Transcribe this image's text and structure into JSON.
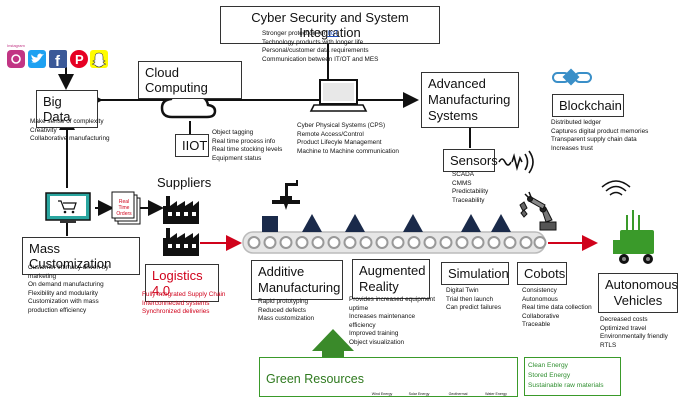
{
  "cyber": {
    "title": "Cyber Security and System Integration",
    "items": [
      {
        "pre": "Stronger protection for ",
        "link": "IIoT"
      },
      {
        "pre": "Technology products with longer life"
      },
      {
        "pre": "Personal/customer data requirements"
      },
      {
        "pre": "Communication between IT/OT and MES"
      }
    ]
  },
  "social": {
    "label": "Instagram"
  },
  "big_data": {
    "title": "Big Data",
    "items": [
      "Make sense of complexity",
      "Creativity",
      "Collaborative manufacturing"
    ]
  },
  "cloud": {
    "title": "Cloud Computing"
  },
  "iiot": {
    "title": "IIOT",
    "items": [
      "Object tagging",
      "Real time process info",
      "Real time stocking levels",
      "Equipment status"
    ]
  },
  "cps": {
    "items": [
      "Cyber Physical Systems (CPS)",
      "Remote Access/Control",
      "Product Lifecyle Management",
      "Machine to Machine communication"
    ]
  },
  "advanced": {
    "title_line1": "Advanced",
    "title_line2": "Manufacturing",
    "title_line3": "Systems"
  },
  "blockchain": {
    "title": "Blockchain",
    "items": [
      "Distributed ledger",
      "Captures digital product memories",
      "Transparent supply chain data",
      "Increases trust"
    ]
  },
  "sensors": {
    "title": "Sensors",
    "items": [
      "SCADA",
      "CMMS",
      "Predictability",
      "Traceability"
    ]
  },
  "suppliers": {
    "title": "Suppliers",
    "orders_line1": "Real Time",
    "orders_line2": "Orders"
  },
  "mass": {
    "title": "Mass Customization",
    "items": [
      "Customer intimacy driven by",
      "marketing",
      "On demand manufacturing",
      "Flexibility and modularity",
      "Customization with mass",
      "production efficiency"
    ]
  },
  "logistics": {
    "title": "Logistics 4.0",
    "items": [
      "Fully integrated Supply Chain",
      "Interconnected systems",
      "Synchronized deliveries"
    ]
  },
  "additive": {
    "title_line1": "Additive",
    "title_line2": "Manufacturing",
    "items": [
      "Rapid prototyping",
      "Reduced defects",
      "Mass customization"
    ]
  },
  "ar": {
    "title_line1": "Augmented",
    "title_line2": "Reality",
    "items": [
      "Provides increased equipment",
      "uptime",
      "Increases maintenance",
      "efficiency",
      "Improved training",
      "Object visualization"
    ]
  },
  "simulation": {
    "title": "Simulation",
    "items": [
      "Digital Twin",
      "Trial then launch",
      "Can predict failures"
    ]
  },
  "cobots": {
    "title": "Cobots",
    "items": [
      "Consistency",
      "Autonomous",
      "Real time data collection",
      "Collaborative",
      "Traceable"
    ]
  },
  "vehicles": {
    "title_line1": "Autonomous",
    "title_line2": "Vehicles",
    "items": [
      "Decreased costs",
      "Optimized travel",
      "Environmentally friendly",
      "RTLS"
    ]
  },
  "green": {
    "title": "Green Resources",
    "icons": [
      "Wind Energy",
      "Solar Energy",
      "Geothermal",
      "Water Energy"
    ],
    "benefits": [
      "Clean Energy",
      "Stored Energy",
      "Sustainable raw materials"
    ]
  },
  "colors": {
    "accent_red": "#d0021b",
    "accent_blue": "#1f4fbf",
    "green": "#3a9a2a",
    "dark_green": "#2f7a1f"
  }
}
